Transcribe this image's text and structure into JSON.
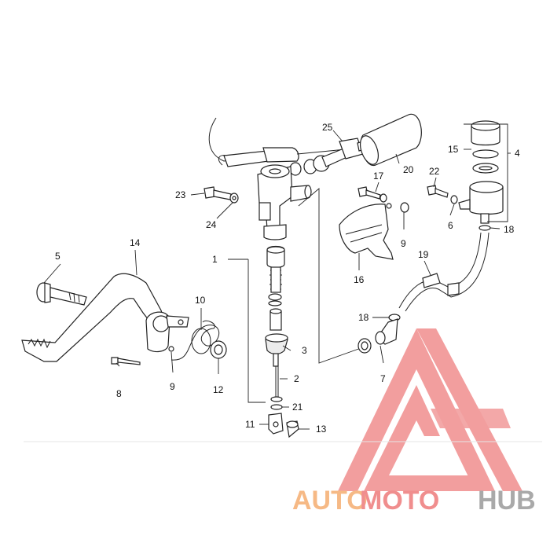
{
  "diagram": {
    "callouts": [
      {
        "id": "c1",
        "text": "1"
      },
      {
        "id": "c2",
        "text": "2"
      },
      {
        "id": "c3",
        "text": "3"
      },
      {
        "id": "c4",
        "text": "4"
      },
      {
        "id": "c5",
        "text": "5"
      },
      {
        "id": "c6",
        "text": "6"
      },
      {
        "id": "c7",
        "text": "7"
      },
      {
        "id": "c8",
        "text": "8"
      },
      {
        "id": "c9a",
        "text": "9"
      },
      {
        "id": "c9b",
        "text": "9"
      },
      {
        "id": "c10",
        "text": "10"
      },
      {
        "id": "c11",
        "text": "11"
      },
      {
        "id": "c12",
        "text": "12"
      },
      {
        "id": "c13",
        "text": "13"
      },
      {
        "id": "c14",
        "text": "14"
      },
      {
        "id": "c15",
        "text": "15"
      },
      {
        "id": "c16",
        "text": "16"
      },
      {
        "id": "c17",
        "text": "17"
      },
      {
        "id": "c18a",
        "text": "18"
      },
      {
        "id": "c18b",
        "text": "18"
      },
      {
        "id": "c19",
        "text": "19"
      },
      {
        "id": "c20",
        "text": "20"
      },
      {
        "id": "c21",
        "text": "21"
      },
      {
        "id": "c22",
        "text": "22"
      },
      {
        "id": "c23",
        "text": "23"
      },
      {
        "id": "c24",
        "text": "24"
      },
      {
        "id": "c25",
        "text": "25"
      }
    ]
  },
  "watermark": {
    "brand_part1": "AUTO",
    "brand_part2": "MOTO",
    "brand_part3": "HUB",
    "colors": {
      "orange": "#f6b985",
      "red": "#f08e8e",
      "gray": "#a9a9a9"
    }
  }
}
